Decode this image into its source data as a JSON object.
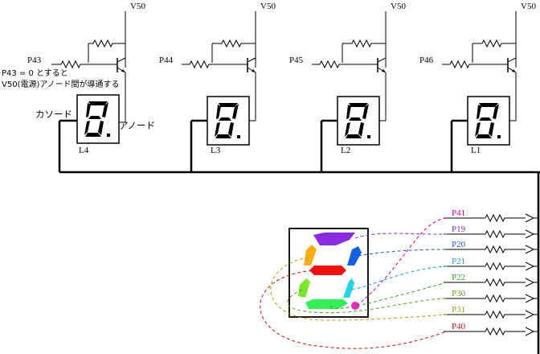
{
  "power_label": "V50",
  "modules": [
    {
      "input": "P43",
      "digit": "L4"
    },
    {
      "input": "P44",
      "digit": "L3"
    },
    {
      "input": "P45",
      "digit": "L2"
    },
    {
      "input": "P46",
      "digit": "L1"
    }
  ],
  "annotations": {
    "note_line1": "P43 = 0 とすると",
    "note_line2": "V50(電源)アノード間が導通する",
    "cathode": "カソード",
    "anode": "アノード"
  },
  "segment_pins": [
    {
      "name": "P41",
      "color": "#cc0099"
    },
    {
      "name": "P19",
      "color": "#7a2bd6"
    },
    {
      "name": "P20",
      "color": "#1f4fc8"
    },
    {
      "name": "P21",
      "color": "#1aa6c4"
    },
    {
      "name": "P22",
      "color": "#2da02d"
    },
    {
      "name": "P30",
      "color": "#5c9a12"
    },
    {
      "name": "P31",
      "color": "#b59a10"
    },
    {
      "name": "P40",
      "color": "#c0151b"
    }
  ],
  "segment_colors": {
    "a": "#8a2be2",
    "b": "#1560e8",
    "c": "#22d3ee",
    "d": "#33ee55",
    "e": "#7be52a",
    "f": "#ffaa11",
    "g": "#ee1111",
    "dp": "#ff22cc"
  }
}
